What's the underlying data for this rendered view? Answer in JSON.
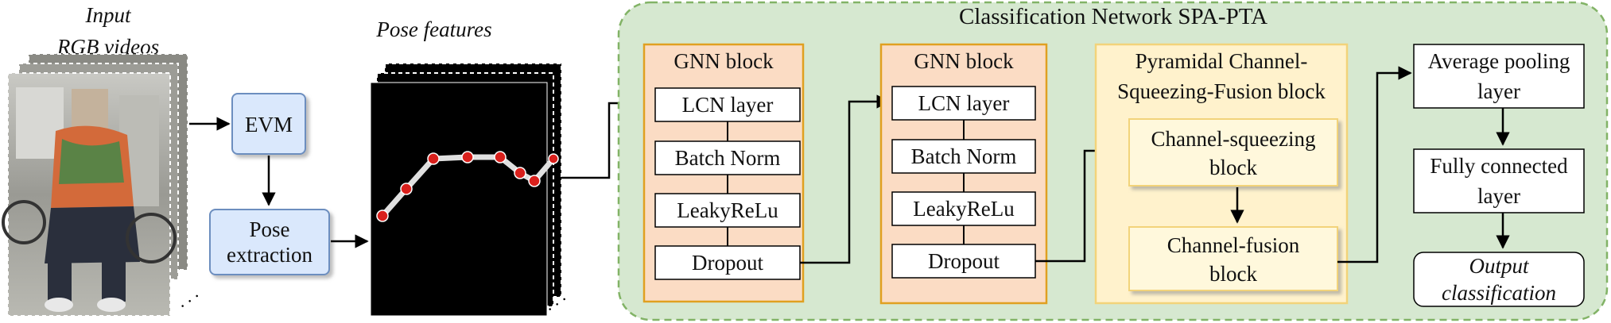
{
  "input": {
    "title_line1": "Input",
    "title_line2": "RGB videos"
  },
  "preprocess": {
    "evm": "EVM",
    "pose_line1": "Pose",
    "pose_line2": "extraction"
  },
  "features": {
    "title": "Pose features"
  },
  "network": {
    "title": "Classification Network  SPA-PTA",
    "gnn1": {
      "title": "GNN block",
      "layers": [
        "LCN layer",
        "Batch Norm",
        "LeakyReLu",
        "Dropout"
      ]
    },
    "gnn2": {
      "title": "GNN block",
      "layers": [
        "LCN layer",
        "Batch Norm",
        "LeakyReLu",
        "Dropout"
      ]
    },
    "pcsf": {
      "title_line1": "Pyramidal Channel-",
      "title_line2": "Squeezing-Fusion block",
      "squeeze_line1": "Channel-squeezing",
      "squeeze_line2": "block",
      "fusion_line1": "Channel-fusion",
      "fusion_line2": "block"
    },
    "head": {
      "avg_line1": "Average pooling",
      "avg_line2": "layer",
      "fc_line1": "Fully connected",
      "fc_line2": "layer",
      "out_line1": "Output",
      "out_line2": "classification"
    }
  },
  "colors": {
    "network_bg": "#d6e8d0",
    "network_border": "#82b366",
    "gnn_bg": "#fbdcc4",
    "gnn_border": "#e0a020",
    "pcsf_bg": "#fff2cc",
    "pcsf_border": "#f2d37a",
    "pcsf_inner_bg": "#fff8dc",
    "blue_box_bg": "#dae8fc",
    "blue_box_border": "#6c8ebf",
    "joint_color": "#d9201c",
    "skeleton_color": "#e0e0e0",
    "feature_bg": "#000000"
  }
}
